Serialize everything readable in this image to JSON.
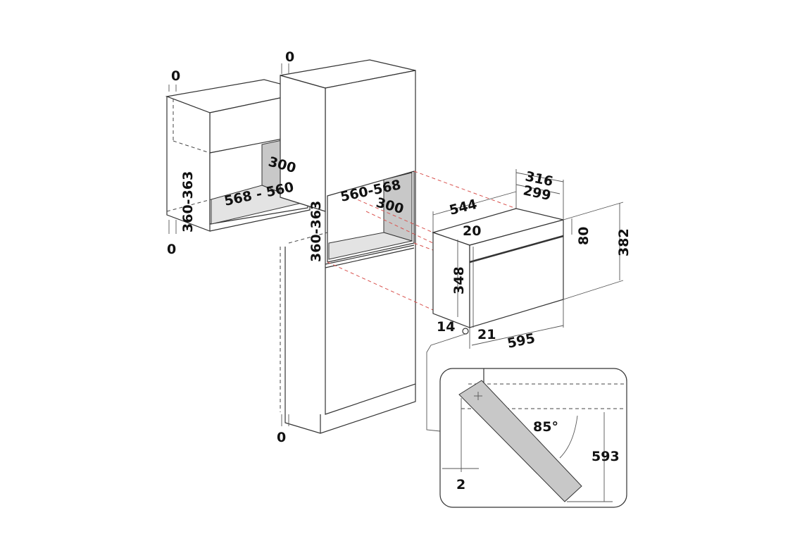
{
  "diagram": {
    "wall_cabinet": {
      "gap_top": "0",
      "gap_bottom": "0",
      "height": "360-363",
      "width": "568 - 560",
      "depth": "300"
    },
    "tall_cabinet": {
      "gap_top": "0",
      "gap_bottom": "0",
      "height": "360-363",
      "width": "560-568",
      "depth": "300"
    },
    "appliance": {
      "depth_total": "316",
      "depth_body": "299",
      "width_body": "544",
      "front_offset": "20",
      "panel_height": "80",
      "height_total": "382",
      "height_body": "348",
      "bottom_offset": "14",
      "side_offset": "21",
      "width_front": "595"
    },
    "door_detail": {
      "angle": "85°",
      "open_height": "593",
      "gap": "2"
    }
  }
}
